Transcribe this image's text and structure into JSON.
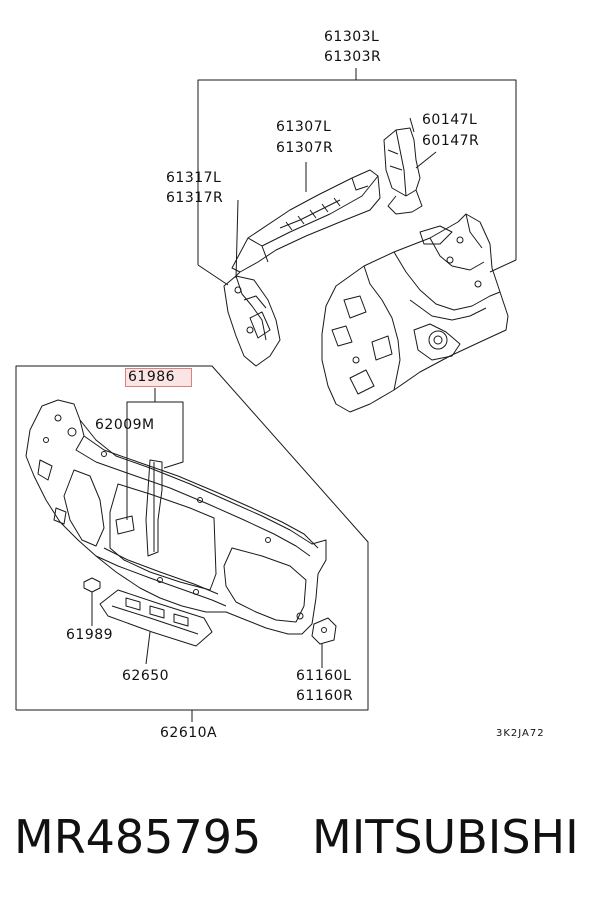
{
  "labels": {
    "p61303": [
      "61303L",
      "61303R"
    ],
    "p61307": [
      "61307L",
      "61307R"
    ],
    "p60147": [
      "60147L",
      "60147R"
    ],
    "p61317": [
      "61317L",
      "61317R"
    ],
    "p61986": "61986",
    "p62009": "62009M",
    "p61989": "61989",
    "p62650": "62650",
    "p61160": [
      "61160L",
      "61160R"
    ],
    "p62610": "62610A",
    "ref_code": "3K2JA72"
  },
  "footer": {
    "part_number": "MR485795",
    "brand": "MITSUBISHI"
  },
  "colors": {
    "line": "#1a1a1a",
    "highlight_fill": "#fbe4e4",
    "highlight_border": "#d98080"
  }
}
